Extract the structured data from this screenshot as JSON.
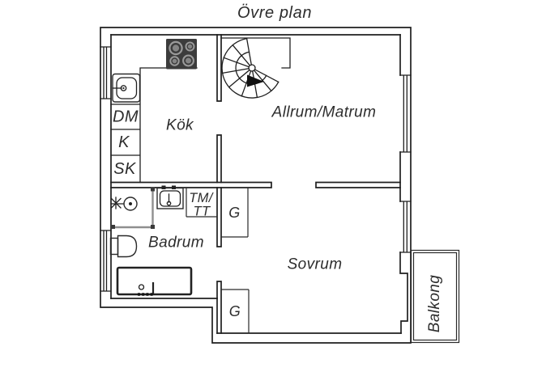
{
  "title": "Övre plan",
  "labels": {
    "kitchen": "Kök",
    "living_room": "Allrum/Matrum",
    "bathroom": "Badrum",
    "bedroom": "Sovrum",
    "balcony": "Balkong",
    "dishwasher": "DM",
    "fridge": "K",
    "tall_cabinet": "SK",
    "washer_dryer_line1": "TM/",
    "washer_dryer_line2": "TT",
    "wardrobe_upper": "G",
    "wardrobe_lower": "G"
  },
  "colors": {
    "wall_line": "#1f1f1f",
    "text": "#2d2d2d",
    "shower_line": "#8f8f8f",
    "stove_body": "#3c3c3c",
    "burner_ring": "#9a9a9a",
    "burner_center": "#858585",
    "background": "#ffffff"
  }
}
